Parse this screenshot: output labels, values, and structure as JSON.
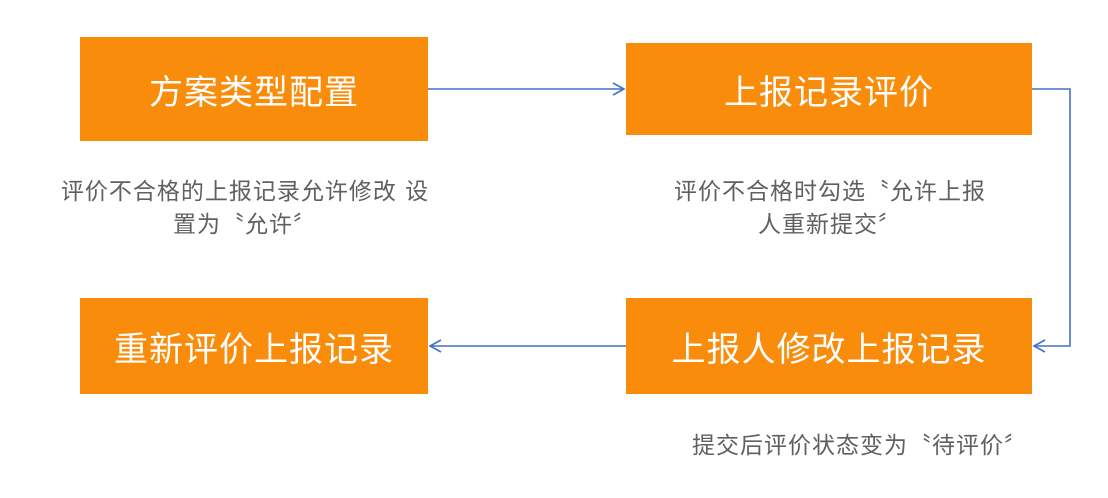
{
  "colors": {
    "box_fill": "#f98c0a",
    "box_text": "#ffffff",
    "arrow": "#4472c4",
    "note_text": "#606060"
  },
  "steps": {
    "config": "方案类型配置",
    "evaluate": "上报记录评价",
    "modify": "上报人修改上报记录",
    "reevaluate": "重新评价上报记录"
  },
  "notes": {
    "config_line1": "评价不合格的上报记录允许修改 设",
    "config_line2": "置为〝允许〞",
    "evaluate_line1": "评价不合格时勾选〝允许上报",
    "evaluate_line2": "人重新提交〞",
    "modify": "提交后评价状态变为〝待评价〞"
  },
  "edges": [
    {
      "from": "config",
      "to": "evaluate"
    },
    {
      "from": "evaluate",
      "to": "modify"
    },
    {
      "from": "modify",
      "to": "reevaluate"
    }
  ]
}
